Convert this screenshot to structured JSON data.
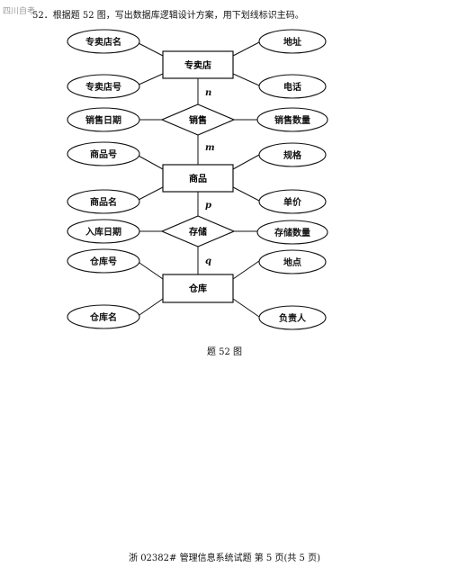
{
  "watermark": "四川自考",
  "question": "52．根据题 52 图，写出数据库逻辑设计方案，用下划线标识主码。",
  "entities": {
    "zhuanmaidian": "专卖店",
    "shangpin": "商品",
    "cangku": "仓库"
  },
  "relationships": {
    "xiaoshou": "销售",
    "cunchu": "存储"
  },
  "attributes": {
    "zmd_name": "专卖店名",
    "zmd_addr": "地址",
    "zmd_no": "专卖店号",
    "zmd_tel": "电话",
    "xs_date": "销售日期",
    "xs_qty": "销售数量",
    "sp_no": "商品号",
    "sp_spec": "规格",
    "sp_name": "商品名",
    "sp_price": "单价",
    "cc_date": "入库日期",
    "cc_qty": "存储数量",
    "ck_no": "仓库号",
    "ck_loc": "地点",
    "ck_name": "仓库名",
    "ck_mgr": "负责人"
  },
  "cardinalities": {
    "n": "n",
    "m": "m",
    "p": "p",
    "q": "q"
  },
  "caption": "题 52 图",
  "footer": "浙 02382# 管理信息系统试题 第 5 页(共 5 页)"
}
